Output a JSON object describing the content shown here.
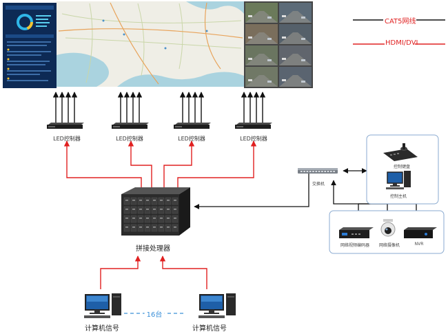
{
  "legend": {
    "cat5_label": "CAT5网线",
    "hdmi_label": "HDMI/DVI",
    "cat5_color": "#111111",
    "hdmi_color": "#e02020"
  },
  "controllers": [
    {
      "label": "LED控制器"
    },
    {
      "label": "LED控制器"
    },
    {
      "label": "LED控制器"
    },
    {
      "label": "LED控制器"
    }
  ],
  "processor": {
    "label": "拼接处理器"
  },
  "switch": {
    "label": "交换机"
  },
  "control_group": {
    "keyboard_label": "控制键盘",
    "host_label": "控制主机"
  },
  "network_group": {
    "encoder_label": "网络视频编码器",
    "camera_label": "网络摄像机",
    "nvr_label": "NVR"
  },
  "computers": {
    "left_label": "计算机信号",
    "right_label": "计算机信号",
    "count_label": "16台"
  },
  "colors": {
    "panel_dark": "#0d2a55",
    "map_water": "#aad3df",
    "map_land": "#efeee6",
    "device_dark": "#2b2b2b",
    "group_border": "#8aaad0"
  }
}
